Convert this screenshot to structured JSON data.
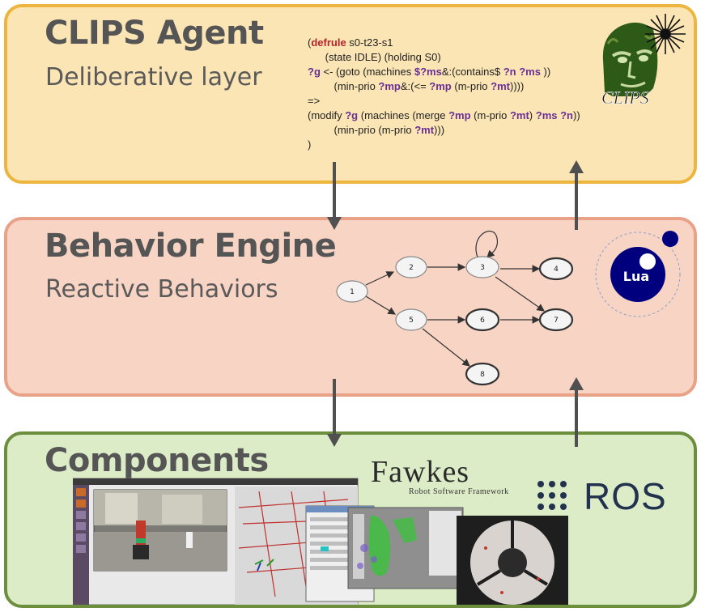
{
  "layers": {
    "clips": {
      "title": "CLIPS Agent",
      "subtitle": "Deliberative layer",
      "logo_text": "CLIPS"
    },
    "behavior": {
      "title": "Behavior Engine",
      "subtitle": "Reactive Behaviors",
      "logo_text": "Lua"
    },
    "components": {
      "title": "Components",
      "fawkes_name": "Fawkes",
      "fawkes_tagline": "Robot Software Framework",
      "ros_text": "ROS"
    }
  },
  "code": {
    "l1_kw": "defrule",
    "l1_rest": " s0-t23-s1",
    "l2": "(state IDLE) (holding S0)",
    "l3_g": "?g",
    "l3_a": " <- (goto (machines ",
    "l3_ms": "$?ms",
    "l3_b": "&:(contains$ ",
    "l3_n": "?n ?ms",
    "l3_c": " ))",
    "l4_a": "(min-prio ",
    "l4_mp": "?mp",
    "l4_b": "&:(<= ",
    "l4_mp2": "?mp",
    "l4_c": " (m-prio ",
    "l4_mt": "?mt",
    "l4_d": "))))",
    "l5": "=>",
    "l6_a": "(modify ",
    "l6_g": "?g",
    "l6_b": " (machines (merge ",
    "l6_mp": "?mp",
    "l6_c": " (m-prio ",
    "l6_mt": "?mt",
    "l6_d": ") ",
    "l6_msn": "?ms ?n",
    "l6_e": "))",
    "l7_a": "(min-prio (m-prio ",
    "l7_mt": "?mt",
    "l7_b": ")))",
    "l8": ")"
  },
  "graph": {
    "nodes": [
      "1",
      "2",
      "3",
      "4",
      "5",
      "6",
      "7",
      "8"
    ],
    "final_nodes": [
      "4",
      "6",
      "7",
      "8"
    ]
  },
  "colors": {
    "clips_fill": "#fbe5b4",
    "clips_border": "#eeb53e",
    "be_fill": "#f8d4c4",
    "be_border": "#e9a288",
    "comp_fill": "#dcecc7",
    "comp_border": "#6b8f3c",
    "arrow": "#505050",
    "lua_blue": "#00007f",
    "ros_blue": "#22314e"
  }
}
